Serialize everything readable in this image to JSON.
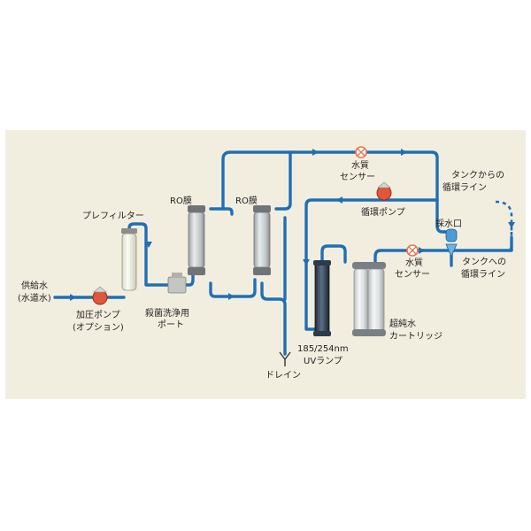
{
  "labels": {
    "feed_water": [
      "供給水",
      "(水道水)"
    ],
    "booster_pump": [
      "加圧ポンプ",
      "(オプション)"
    ],
    "prefilter": "プレフィルター",
    "sanitization_port": [
      "殺菌洗浄用",
      "ポート"
    ],
    "ro_membrane_1": "RO膜",
    "ro_membrane_2": "RO膜",
    "drain": "ドレイン",
    "quality_sensor_top": [
      "水質",
      "センサー"
    ],
    "recirc_pump": "循環ポンプ",
    "recirc_from_tank": [
      "タンクからの",
      "循環ライン"
    ],
    "dispense_port": "採水口",
    "quality_sensor_right": [
      "水質",
      "センサー"
    ],
    "line_to_tank": [
      "タンクへの",
      "循環ライン"
    ],
    "ultrapure_cartridge": [
      "超純水",
      "カートリッジ"
    ],
    "uv_lamp": [
      "185/254nm",
      "UVランプ"
    ]
  },
  "colors": {
    "pipe": "#1f6fb5",
    "panel_background": "#f2eedf",
    "pump": "#e2573a",
    "sensor": "#e7764f",
    "dispense_valve": "#4a9bd6"
  }
}
